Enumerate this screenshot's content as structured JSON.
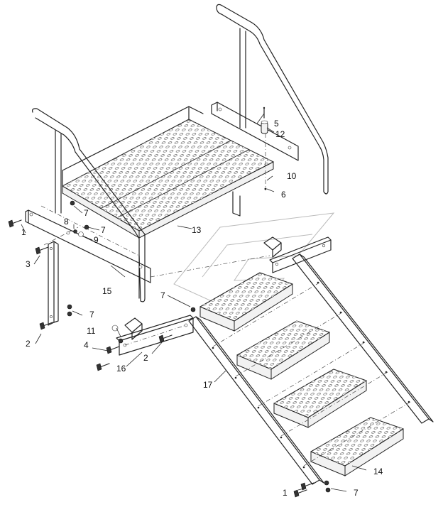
{
  "callouts": [
    {
      "id": "c1a",
      "text": "1"
    },
    {
      "id": "c2a",
      "text": "2"
    },
    {
      "id": "c2b",
      "text": "2"
    },
    {
      "id": "c3",
      "text": "3"
    },
    {
      "id": "c4",
      "text": "4"
    },
    {
      "id": "c5",
      "text": "5"
    },
    {
      "id": "c6",
      "text": "6"
    },
    {
      "id": "c7a",
      "text": "7"
    },
    {
      "id": "c7b",
      "text": "7"
    },
    {
      "id": "c7c",
      "text": "7"
    },
    {
      "id": "c7d",
      "text": "7"
    },
    {
      "id": "c7e",
      "text": "7"
    },
    {
      "id": "c8",
      "text": "8"
    },
    {
      "id": "c9",
      "text": "9"
    },
    {
      "id": "c10",
      "text": "10"
    },
    {
      "id": "c11",
      "text": "11"
    },
    {
      "id": "c12",
      "text": "12"
    },
    {
      "id": "c13",
      "text": "13"
    },
    {
      "id": "c14",
      "text": "14"
    },
    {
      "id": "c15",
      "text": "15"
    },
    {
      "id": "c16",
      "text": "16"
    },
    {
      "id": "c17",
      "text": "17"
    },
    {
      "id": "c1b",
      "text": "1"
    }
  ]
}
